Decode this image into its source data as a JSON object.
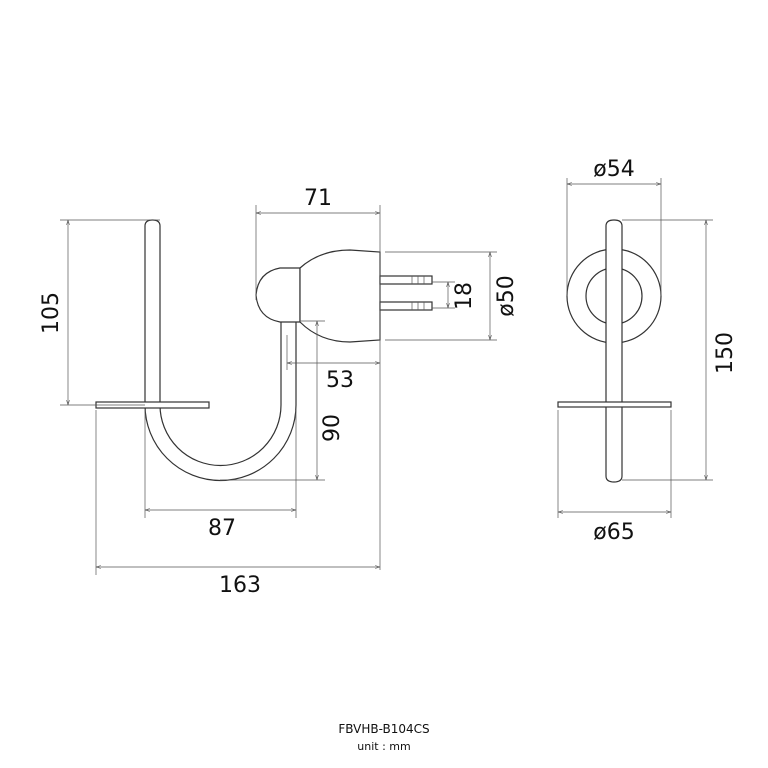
{
  "side_view": {
    "dimensions": {
      "width_top": "71",
      "height_left": "105",
      "pin_spacing": "18",
      "base_diameter": "ø50",
      "depth": "53",
      "hook_drop": "90",
      "hook_width": "87",
      "overall_width": "163"
    }
  },
  "front_view": {
    "dimensions": {
      "base_diameter": "ø54",
      "overall_height": "150",
      "plate_diameter": "ø65"
    }
  },
  "footer": {
    "model": "FBVHB-B104CS",
    "unit": "unit : mm"
  }
}
